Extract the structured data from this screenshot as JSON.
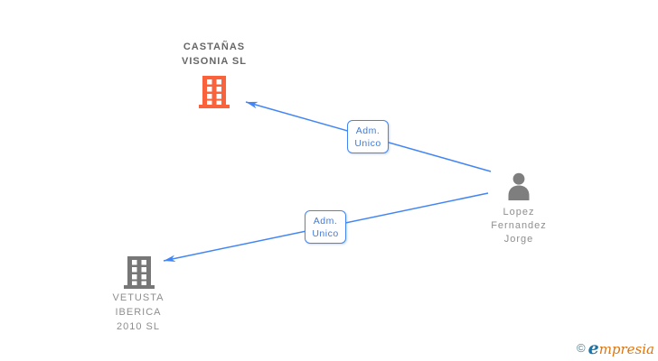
{
  "colors": {
    "accent_blue": "#4285F4",
    "building_orange": "#F9623B",
    "building_gray": "#777777",
    "person_gray": "#7E7E7E",
    "company_primary_text": "#666666",
    "secondary_text": "#8E8E8E",
    "edge_label_text": "#3D7BE0",
    "logo_copyright": "#4E7E93",
    "logo_e": "#1E73A6",
    "logo_rest": "#E0740E"
  },
  "diagram": {
    "nodes": {
      "company_top": {
        "type": "company",
        "lines": [
          "CASTAÑAS",
          "VISONIA SL"
        ],
        "icon": "building-icon"
      },
      "company_bottom": {
        "type": "company",
        "lines": [
          "VETUSTA",
          "IBERICA",
          "2010 SL"
        ],
        "icon": "building-icon"
      },
      "person": {
        "type": "person",
        "lines": [
          "Lopez",
          "Fernandez",
          "Jorge"
        ],
        "icon": "person-icon"
      }
    },
    "edges": [
      {
        "from": "person",
        "to": "company_top",
        "label": [
          "Adm.",
          "Unico"
        ]
      },
      {
        "from": "person",
        "to": "company_bottom",
        "label": [
          "Adm.",
          "Unico"
        ]
      }
    ]
  },
  "watermark": {
    "copyright": "©",
    "brand_initial": "e",
    "brand_rest": "mpresia"
  }
}
